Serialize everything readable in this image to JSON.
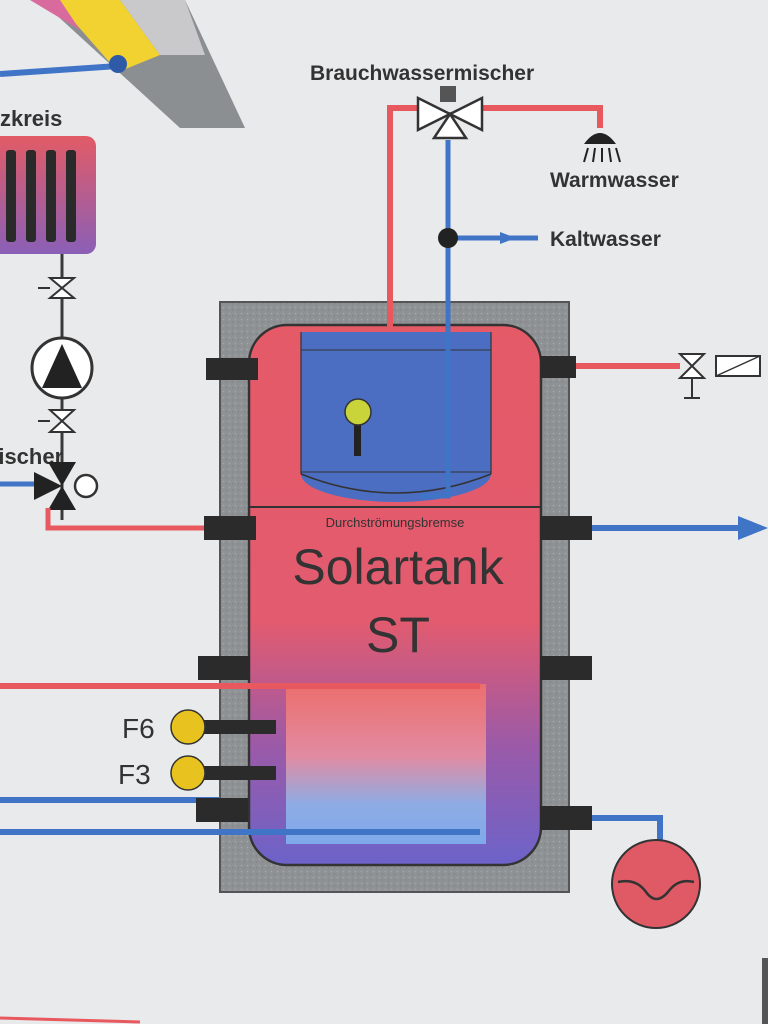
{
  "labels": {
    "brauchwassermischer": "Brauchwassermischer",
    "warmwasser": "Warmwasser",
    "kaltwasser": "Kaltwasser",
    "heizkreis": "zkreis",
    "mischer": "Mischer",
    "durchstroemungsbremse": "Durchströmungsbremse",
    "tank_line1": "Solartank",
    "tank_line2": "ST",
    "sensor_f6": "F6",
    "sensor_f3": "F3"
  },
  "colors": {
    "hot": "#e8585f",
    "cold": "#3f74c6",
    "tank_red": "#e55a67",
    "insulation": "#8f9294",
    "sensor_yellow": "#e8c21e",
    "port": "#2b2b2b"
  }
}
